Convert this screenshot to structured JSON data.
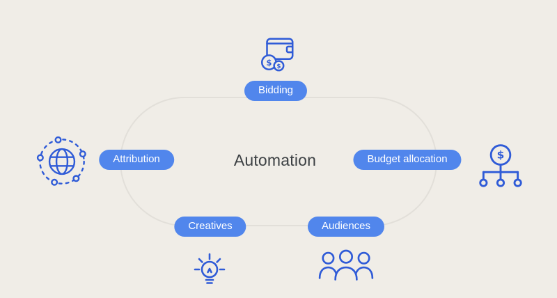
{
  "diagram": {
    "title": "Automation",
    "dollar": "$",
    "nodes": [
      {
        "label": "Bidding",
        "icon": "wallet-coins-icon",
        "position": "top"
      },
      {
        "label": "Budget allocation",
        "icon": "money-hierarchy-icon",
        "position": "right"
      },
      {
        "label": "Audiences",
        "icon": "people-group-icon",
        "position": "bottom-right"
      },
      {
        "label": "Creatives",
        "icon": "lightbulb-icon",
        "position": "bottom-left"
      },
      {
        "label": "Attribution",
        "icon": "globe-network-icon",
        "position": "left"
      }
    ],
    "colors": {
      "background": "#f0ede7",
      "pill_fill": "#5186ec",
      "pill_text": "#ffffff",
      "icon_stroke": "#2f5bd7",
      "loop_stroke": "#e2dfd9",
      "center_text": "#3c4043"
    }
  }
}
